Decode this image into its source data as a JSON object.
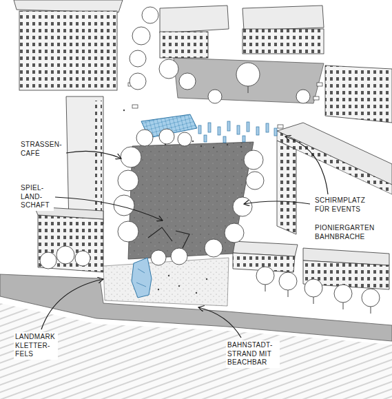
{
  "diagram": {
    "labels": [
      "STRASSEN- CAFÉ",
      "SPIEL- LAND- SCHAFT",
      "SCHIRMPLATZ FÜR EVENTS",
      "PIONIERGARTEN BAHNBRACHE",
      "LANDMARK KLETTER- FELS",
      "BAHNSTADT- STRAND MIT BEACHBAR"
    ]
  }
}
